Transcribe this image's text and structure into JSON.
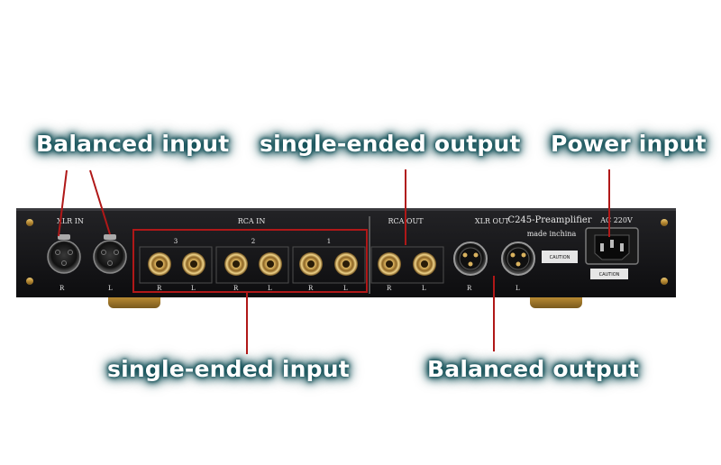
{
  "callouts": {
    "balanced_input": "Balanced input",
    "single_ended_output": "single-ended output",
    "power_input": "Power input",
    "single_ended_input": "single-ended input",
    "balanced_output": "Balanced output"
  },
  "panel": {
    "xlr_in": "XLR IN",
    "rca_in": "RCA IN",
    "rca_out": "RCA OUT",
    "xlr_out": "XLR OUT",
    "model": "C245-Preamplifier",
    "origin": "made inchina",
    "ac": "AC 220V",
    "group_3": "3",
    "group_2": "2",
    "group_1": "1",
    "r": "R",
    "l": "L",
    "caution": "CAUTION"
  },
  "colors": {
    "callout_text": "#ffffff",
    "callout_glow": "#0b4a52",
    "leader_line": "#b01818",
    "panel": "#151517",
    "gold": "#c9a24a"
  }
}
